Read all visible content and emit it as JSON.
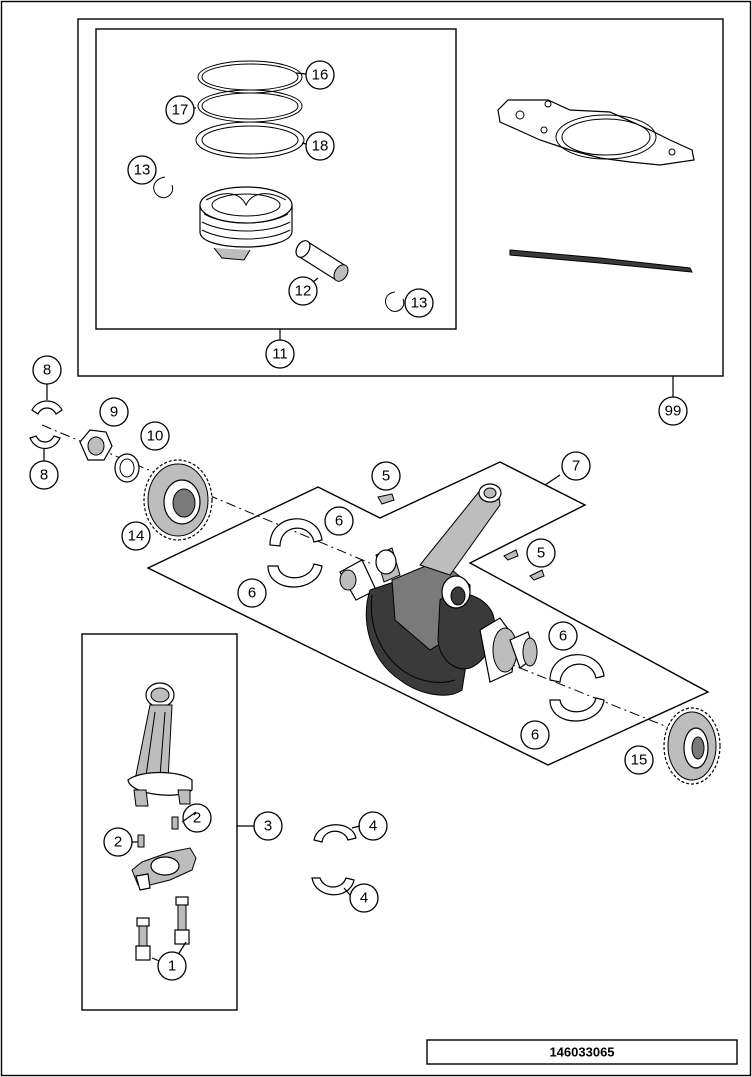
{
  "document_number": "146033065",
  "callouts": [
    {
      "id": "c16",
      "label": "16"
    },
    {
      "id": "c17",
      "label": "17"
    },
    {
      "id": "c18",
      "label": "18"
    },
    {
      "id": "c13a",
      "label": "13"
    },
    {
      "id": "c12",
      "label": "12"
    },
    {
      "id": "c13b",
      "label": "13"
    },
    {
      "id": "c11",
      "label": "11"
    },
    {
      "id": "c99",
      "label": "99"
    },
    {
      "id": "c8a",
      "label": "8"
    },
    {
      "id": "c8b",
      "label": "8"
    },
    {
      "id": "c9",
      "label": "9"
    },
    {
      "id": "c10",
      "label": "10"
    },
    {
      "id": "c14",
      "label": "14"
    },
    {
      "id": "c5a",
      "label": "5"
    },
    {
      "id": "c7",
      "label": "7"
    },
    {
      "id": "c6a",
      "label": "6"
    },
    {
      "id": "c6b",
      "label": "6"
    },
    {
      "id": "c5b",
      "label": "5"
    },
    {
      "id": "c6c",
      "label": "6"
    },
    {
      "id": "c6d",
      "label": "6"
    },
    {
      "id": "c15",
      "label": "15"
    },
    {
      "id": "c3",
      "label": "3"
    },
    {
      "id": "c2a",
      "label": "2"
    },
    {
      "id": "c2b",
      "label": "2"
    },
    {
      "id": "c4a",
      "label": "4"
    },
    {
      "id": "c4b",
      "label": "4"
    },
    {
      "id": "c1",
      "label": "1"
    }
  ]
}
